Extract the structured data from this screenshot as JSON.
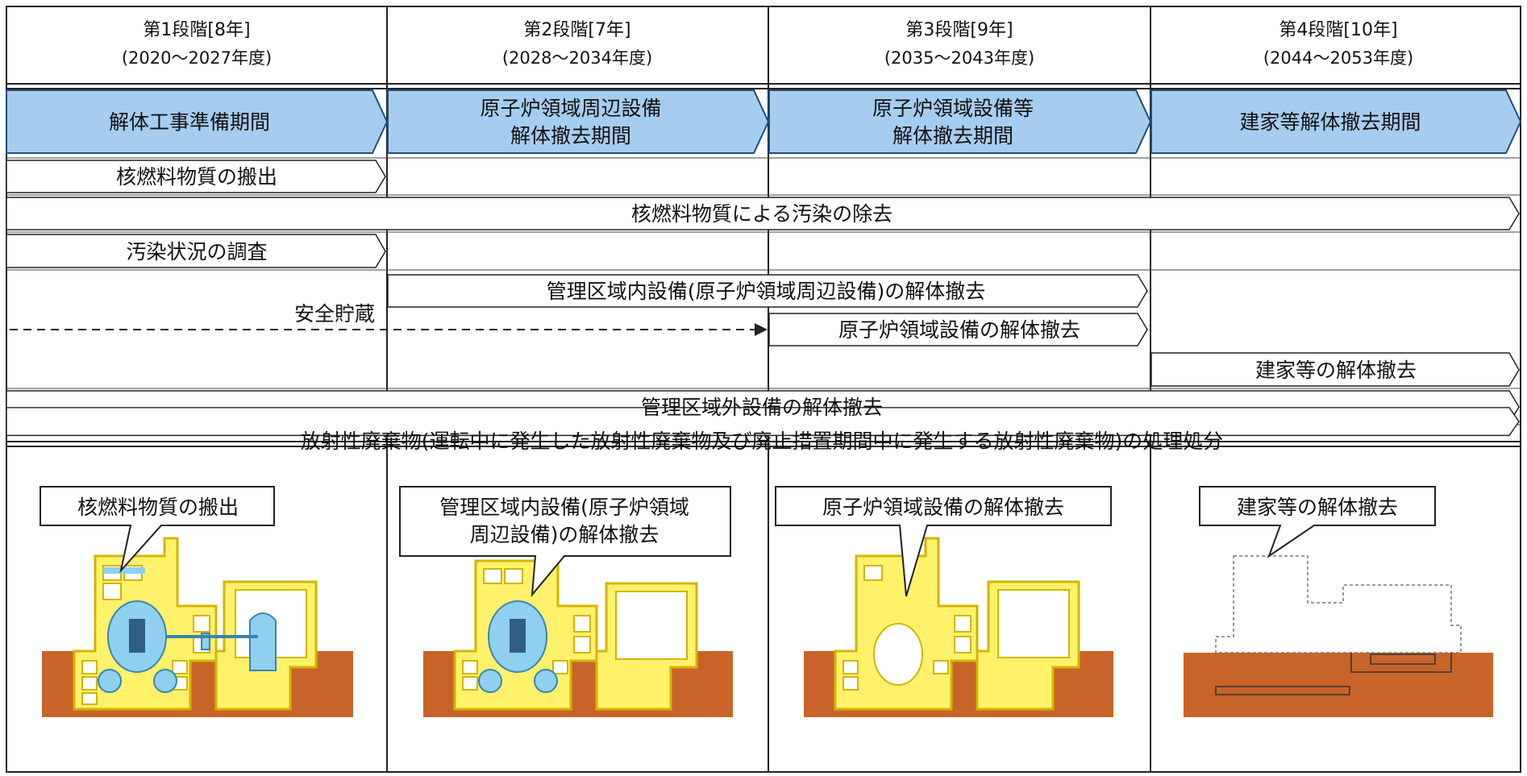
{
  "stages": [
    {
      "title": "第1段階[8年]",
      "years": "(2020～2027年度)",
      "period": [
        "解体工事準備期間"
      ]
    },
    {
      "title": "第2段階[7年]",
      "years": "(2028～2034年度)",
      "period": [
        "原子炉領域周辺設備",
        "解体撤去期間"
      ]
    },
    {
      "title": "第3段階[9年]",
      "years": "(2035～2043年度)",
      "period": [
        "原子炉領域設備等",
        "解体撤去期間"
      ]
    },
    {
      "title": "第4段階[10年]",
      "years": "(2044～2053年度)",
      "period": [
        "建家等解体撤去期間"
      ]
    }
  ],
  "tasks": {
    "fuel_removal": "核燃料物質の搬出",
    "decontamination": "核燃料物質による汚染の除去",
    "contamination_survey": "汚染状況の調査",
    "safe_storage": "安全貯蔵",
    "peripheral_dismantling": "管理区域内設備(原子炉領域周辺設備)の解体撤去",
    "reactor_dismantling": "原子炉領域設備の解体撤去",
    "building_dismantling": "建家等の解体撤去",
    "outside_dismantling": "管理区域外設備の解体撤去",
    "waste_processing": "放射性廃棄物(運転中に発生した放射性廃棄物及び廃止措置期間中に発生する放射性廃棄物)の処理処分"
  },
  "callouts": [
    [
      "核燃料物質の搬出"
    ],
    [
      "管理区域内設備(原子炉領域",
      "周辺設備)の解体撤去"
    ],
    [
      "原子炉領域設備の解体撤去"
    ],
    [
      "建家等の解体撤去"
    ]
  ],
  "colors": {
    "phase_fill": "#a6cdef",
    "phase_stroke": "#1f4d7a",
    "building_yellow": "#fff26a",
    "building_outline": "#e0c000",
    "equipment_blue": "#8fd0f0",
    "ground": "#c8642a",
    "grid": "#222222"
  }
}
